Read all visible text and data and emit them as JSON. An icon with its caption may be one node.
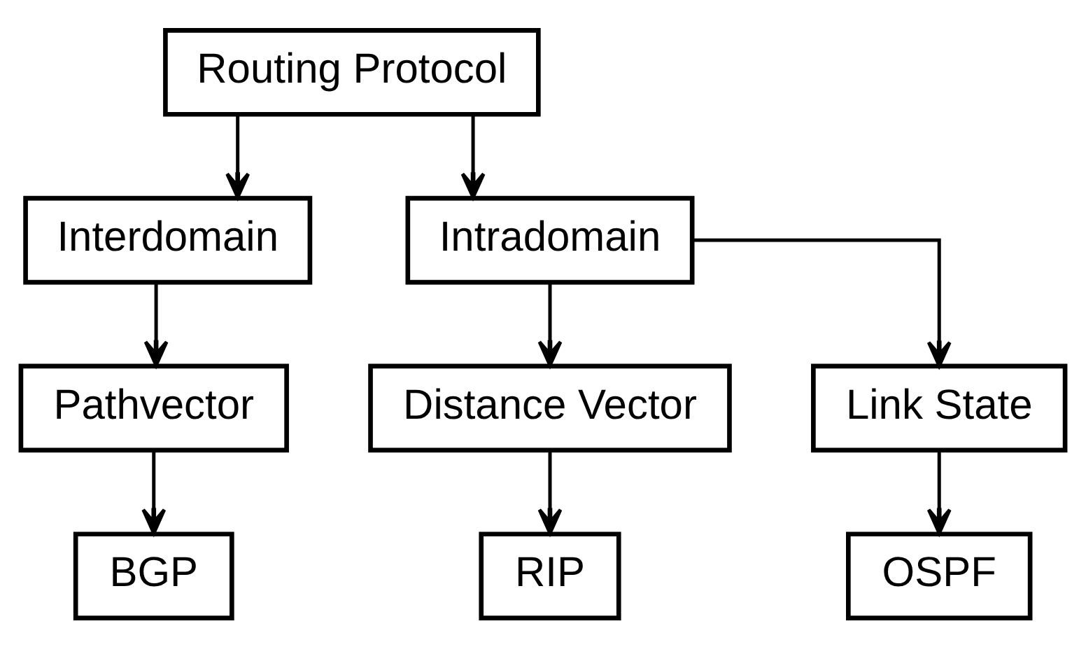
{
  "diagram": {
    "nodes": [
      {
        "text": [
          "Routing Protocol"
        ]
      },
      {
        "text": [
          "Interdomain"
        ]
      },
      {
        "text": [
          "Intradomain"
        ]
      },
      {
        "text": [
          "Pathvector"
        ]
      },
      {
        "text": [
          "Distance Vector"
        ]
      },
      {
        "text": [
          "Link State"
        ]
      },
      {
        "text": [
          "BGP"
        ]
      },
      {
        "text": [
          "RIP"
        ]
      },
      {
        "text": [
          "OSPF"
        ]
      }
    ],
    "edges": [
      {
        "from": 0,
        "to": 1,
        "arrow": "to"
      },
      {
        "from": 0,
        "to": 2,
        "arrow": "to"
      },
      {
        "from": 1,
        "to": 3,
        "arrow": "to"
      },
      {
        "from": 2,
        "to": 4,
        "arrow": "to"
      },
      {
        "from": 2,
        "to": 5,
        "arrow": "to"
      },
      {
        "from": 3,
        "to": 6,
        "arrow": "to"
      },
      {
        "from": 4,
        "to": 7,
        "arrow": "to"
      },
      {
        "from": 5,
        "to": 8,
        "arrow": "to"
      }
    ]
  }
}
